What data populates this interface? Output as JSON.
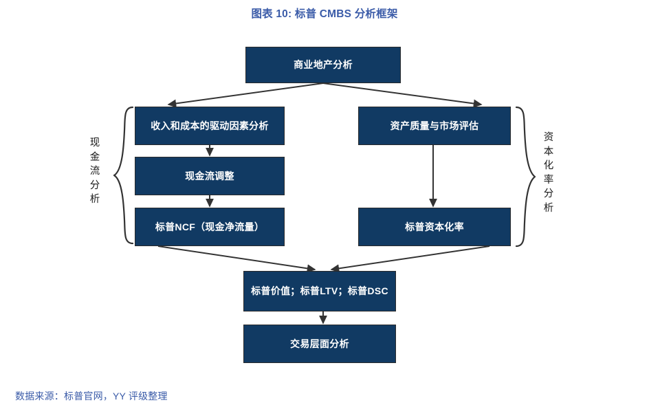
{
  "figure": {
    "title": "图表 10: 标普 CMBS 分析框架",
    "source_note": "数据来源：标普官网，YY 评级整理",
    "title_color": "#3a5ba8",
    "box_fill_color": "#113a63",
    "box_border_color": "#2a2a2a",
    "connector_color": "#333333"
  },
  "diagram": {
    "type": "flowchart",
    "nodes": [
      {
        "id": "top",
        "label": "商业地产分析"
      },
      {
        "id": "left1",
        "label": "收入和成本的驱动因素分析"
      },
      {
        "id": "left2",
        "label": "现金流调整"
      },
      {
        "id": "left3",
        "label": "标普NCF（现金净流量）"
      },
      {
        "id": "right1",
        "label": "资产质量与市场评估"
      },
      {
        "id": "right2",
        "label": "标普资本化率"
      },
      {
        "id": "merge",
        "label": "标普价值；标普LTV；标普DSC"
      },
      {
        "id": "bottom",
        "label": "交易层面分析"
      }
    ],
    "edges": [
      {
        "from": "top",
        "to": "left1"
      },
      {
        "from": "top",
        "to": "right1"
      },
      {
        "from": "left1",
        "to": "left2"
      },
      {
        "from": "left2",
        "to": "left3"
      },
      {
        "from": "right1",
        "to": "right2"
      },
      {
        "from": "left3",
        "to": "merge"
      },
      {
        "from": "right2",
        "to": "merge"
      },
      {
        "from": "merge",
        "to": "bottom"
      }
    ],
    "brace_labels": {
      "left": {
        "chars": [
          "现",
          "金",
          "流",
          "分",
          "析"
        ],
        "text": "现金流分析"
      },
      "right": {
        "chars": [
          "资",
          "本",
          "化",
          "率",
          "分",
          "析"
        ],
        "text": "资本化率分析"
      }
    }
  }
}
